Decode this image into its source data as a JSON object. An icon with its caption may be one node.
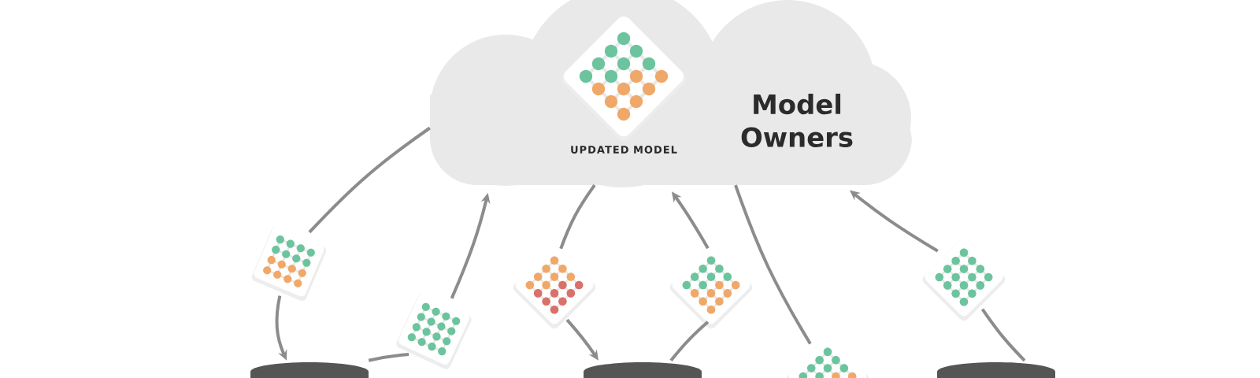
{
  "diagram": {
    "nodes": [
      {
        "text": [
          "Model Owners"
        ]
      },
      {
        "text": [],
        "shape": "picture",
        "in": 0,
        "beside": [
          "UPDATED MODEL"
        ]
      },
      {
        "text": [],
        "shape": "picture"
      },
      {
        "text": [],
        "shape": "picture"
      },
      {
        "text": [],
        "shape": "picture"
      },
      {
        "text": [],
        "shape": "picture"
      },
      {
        "text": [],
        "shape": "picture"
      },
      {
        "text": [],
        "shape": "picture"
      },
      {
        "text": [],
        "shape": "cylinder"
      },
      {
        "text": [],
        "shape": "cylinder"
      },
      {
        "text": [],
        "shape": "cylinder"
      }
    ],
    "edges": [
      {
        "from": 0,
        "to": 2,
        "arrow": "none"
      },
      {
        "from": 2,
        "to": 8,
        "arrow": "to"
      },
      {
        "from": 8,
        "to": 3,
        "arrow": "none"
      },
      {
        "from": 3,
        "to": 0,
        "arrow": "to"
      },
      {
        "from": 0,
        "to": 4,
        "arrow": "none"
      },
      {
        "from": 4,
        "to": 9,
        "arrow": "to"
      },
      {
        "from": 9,
        "to": 5,
        "arrow": "none"
      },
      {
        "from": 5,
        "to": 0,
        "arrow": "to"
      },
      {
        "from": 0,
        "to": 6,
        "arrow": "none"
      },
      {
        "from": 10,
        "to": 7,
        "arrow": "none"
      },
      {
        "from": 7,
        "to": 0,
        "arrow": "to"
      }
    ]
  }
}
